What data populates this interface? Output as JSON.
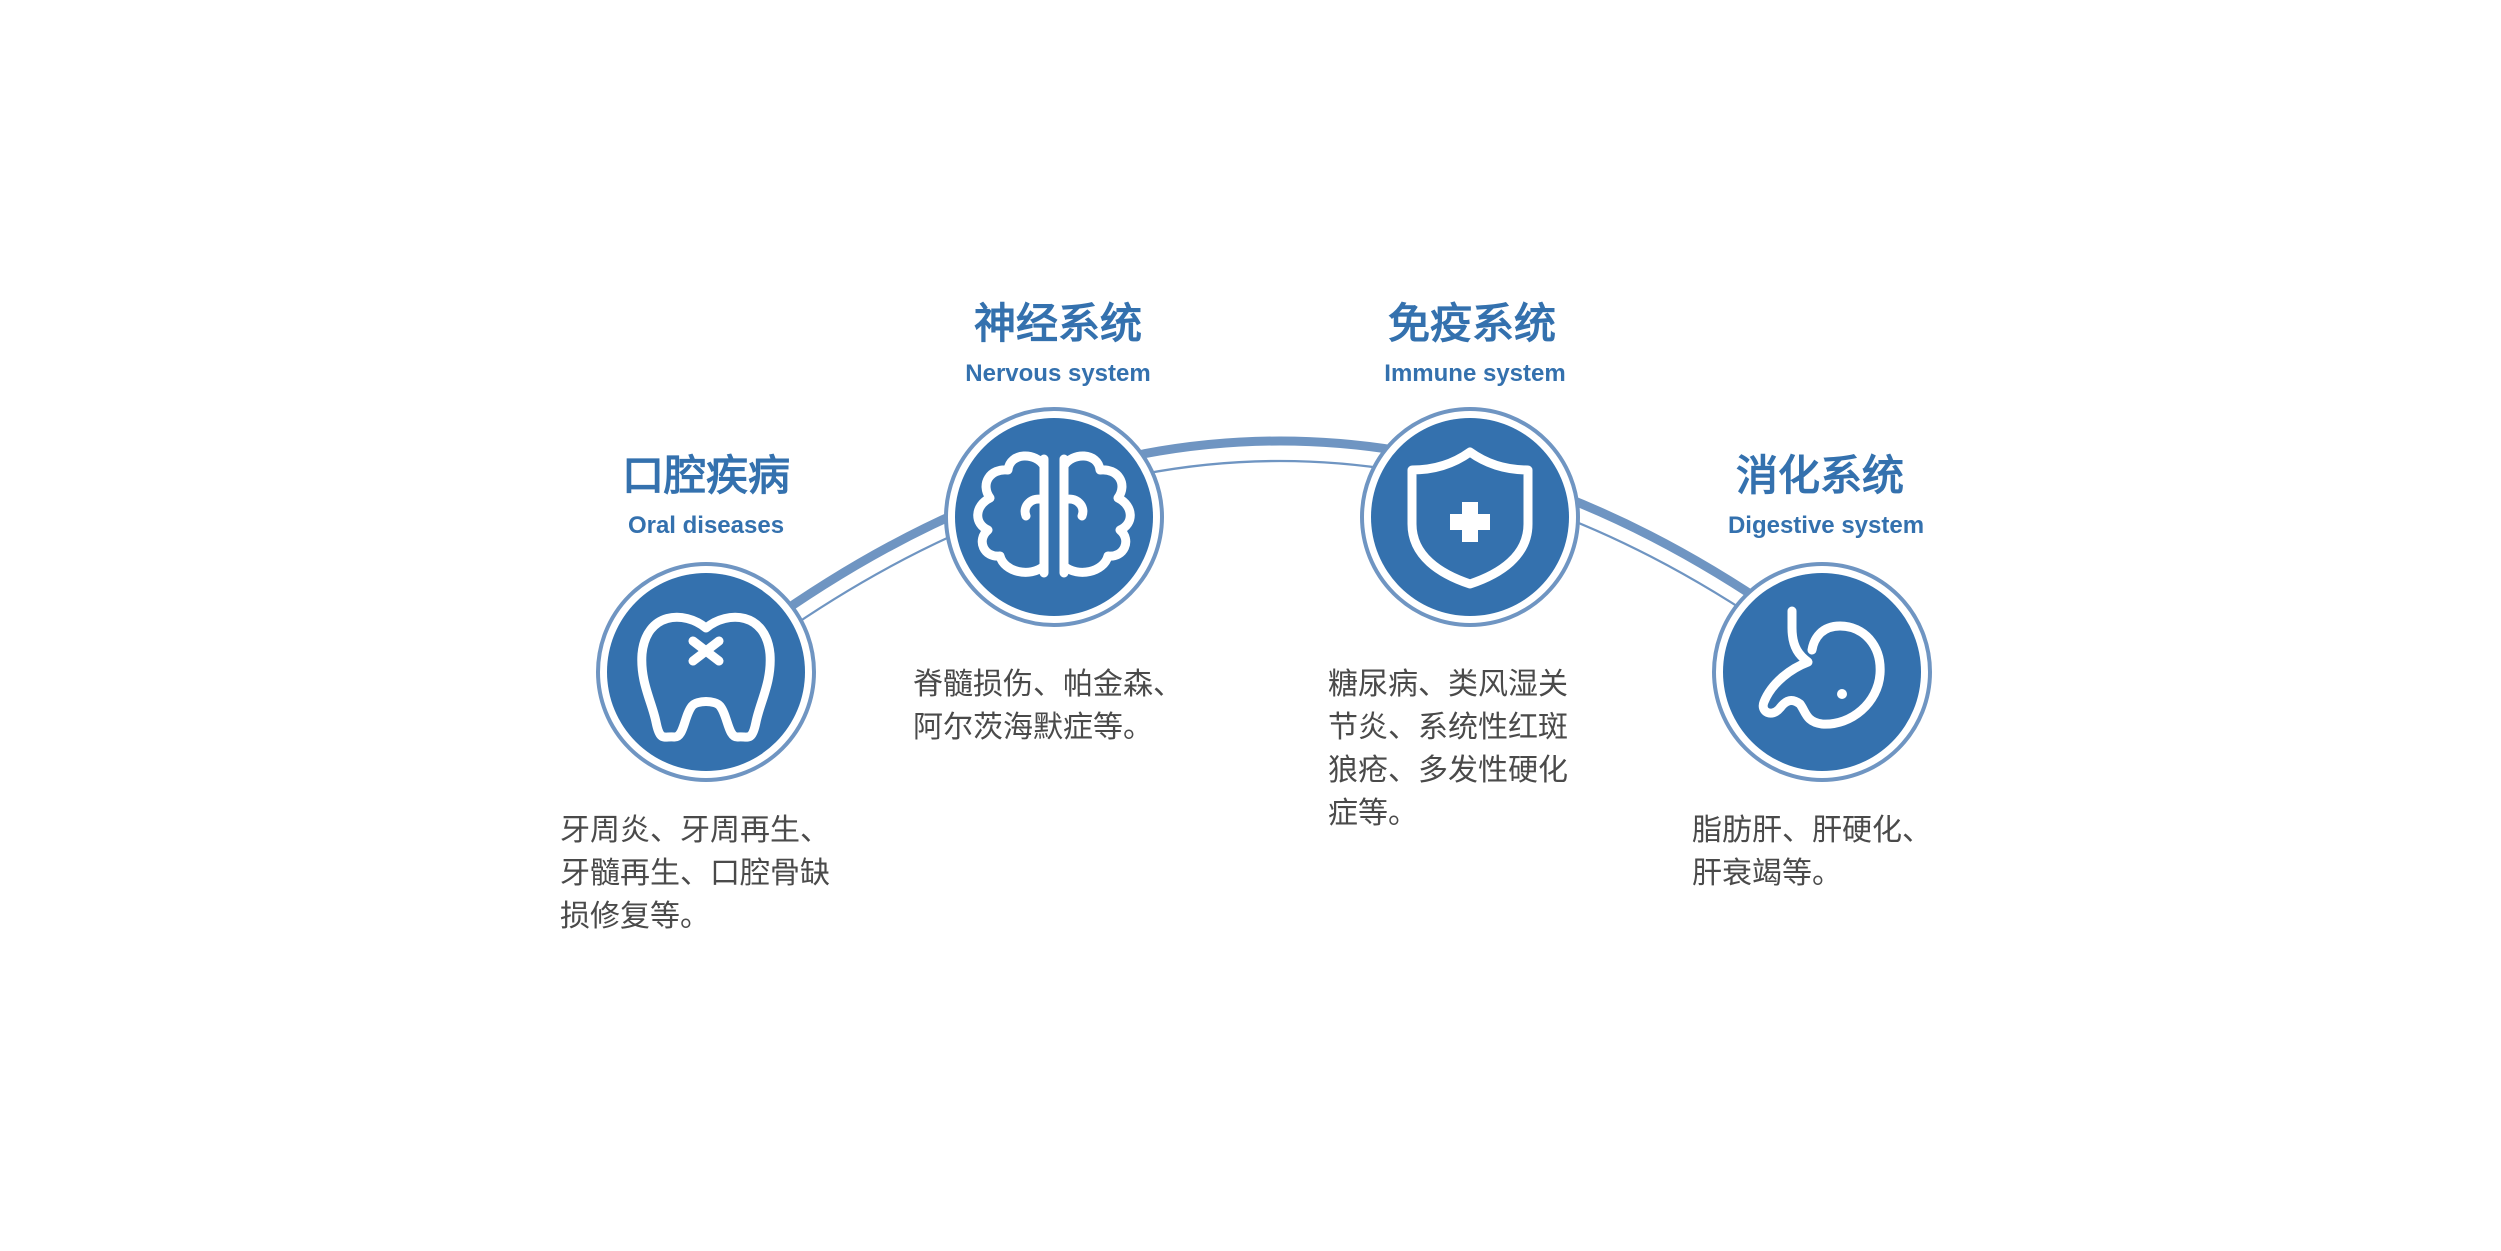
{
  "colors": {
    "primary": "#3471AE",
    "ring": "#6F95C2",
    "arc": "#6F95C2",
    "text": "#4A4A4A",
    "background": "#FFFFFF"
  },
  "nodes": [
    {
      "id": "oral",
      "icon": "tooth-icon",
      "title_cn": "口腔疾病",
      "title_en": "Oral diseases",
      "desc_lines": [
        "牙周炎、牙周再生、",
        "牙髓再生、口腔骨缺",
        "损修复等。"
      ]
    },
    {
      "id": "nervous",
      "icon": "brain-icon",
      "title_cn": "神经系统",
      "title_en": "Nervous system",
      "desc_lines": [
        "脊髓损伤、帕金森、",
        "阿尔茨海默症等。"
      ]
    },
    {
      "id": "immune",
      "icon": "shield-cross-icon",
      "title_cn": "免疫系统",
      "title_en": "Immune system",
      "desc_lines": [
        "糖尿病、类风湿关",
        "节炎、系统性红斑",
        "狼疮、多发性硬化",
        "症等。"
      ]
    },
    {
      "id": "digestive",
      "icon": "stomach-icon",
      "title_cn": "消化系统",
      "title_en": "Digestive system",
      "desc_lines": [
        "脂肪肝、肝硬化、",
        "肝衰竭等。"
      ]
    }
  ]
}
